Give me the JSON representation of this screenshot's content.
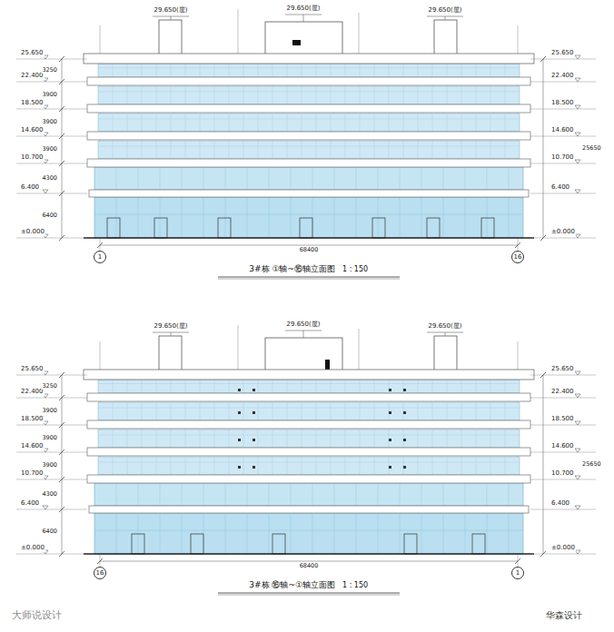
{
  "diagram": {
    "nodes": [
      {
        "text": [
          "1"
        ]
      },
      {
        "text": [
          "16"
        ]
      },
      {
        "text": [
          "16"
        ]
      },
      {
        "text": [
          "1"
        ]
      }
    ],
    "labels": [
      "29.650(屋)",
      "29.650(屋)",
      "29.650(屋)",
      "±0.000",
      "6.400",
      "10.700",
      "14.600",
      "18.500",
      "22.400",
      "25.650",
      "±0.000",
      "6.400",
      "10.700",
      "14.600",
      "18.500",
      "22.400",
      "25.650",
      "6400",
      "4300",
      "3900",
      "3900",
      "3900",
      "3250",
      "25650",
      "68400",
      "3#栋 ①轴~⑯轴立面图",
      "1 : 150",
      "29.650(屋)",
      "29.650(屋)",
      "29.650(屋)",
      "±0.000",
      "6.400",
      "10.700",
      "14.600",
      "18.500",
      "22.400",
      "25.650",
      "±0.000",
      "6.400",
      "10.700",
      "14.600",
      "18.500",
      "22.400",
      "25.650",
      "6400",
      "4300",
      "3900",
      "3900",
      "3900",
      "3250",
      "25650",
      "68400",
      "3#栋 ⑯轴~①轴立面图",
      "1 : 150",
      "大师说设计",
      "华森设计"
    ]
  }
}
